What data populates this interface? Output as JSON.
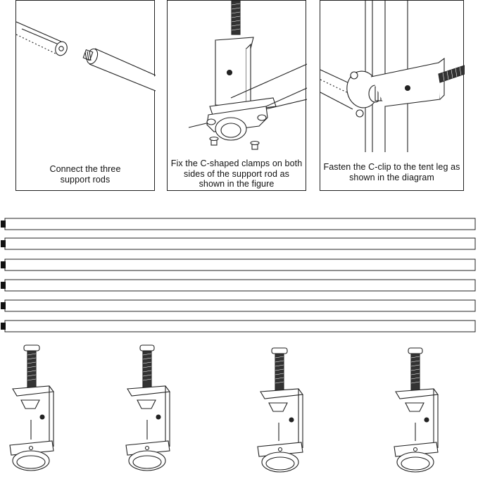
{
  "steps": [
    {
      "caption": "Connect the three support rods"
    },
    {
      "caption": "Fix the C-shaped clamps on both sides of the support rod as shown in the figure"
    },
    {
      "caption": "Fasten the C-clip to the tent leg as shown in the diagram"
    }
  ],
  "parts": {
    "support_rod_count": 6,
    "c_clamp_count": 4
  },
  "colors": {
    "line": "#222222",
    "background": "#ffffff",
    "end_cap": "#111111"
  }
}
